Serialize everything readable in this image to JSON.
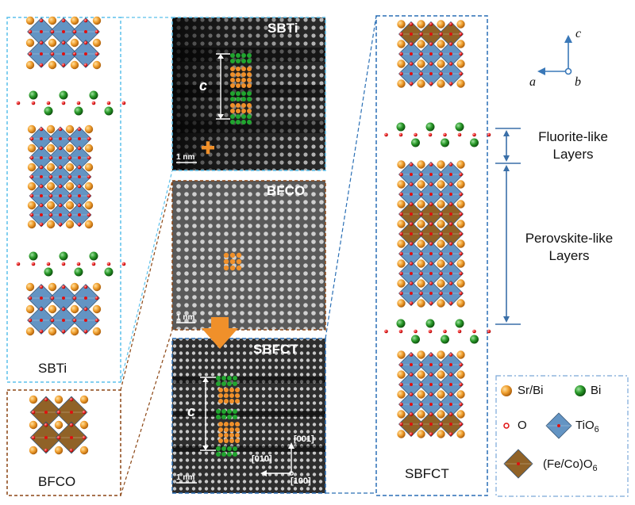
{
  "structures": {
    "sbti_label": "SBTi",
    "bfco_label": "BFCO",
    "sbfct_label": "SBFCT"
  },
  "images": {
    "top": {
      "title": "SBTi",
      "scale": "1 nm",
      "c_label": "c"
    },
    "middle": {
      "title": "BFCO",
      "scale": "1 nm"
    },
    "bottom": {
      "title": "SBFCT",
      "scale": "1 nm",
      "c_label": "c",
      "dir_001": "[001]",
      "dir_010": "[010]",
      "dir_100": "[100]"
    }
  },
  "axes": {
    "a": "a",
    "b": "b",
    "c": "c"
  },
  "layers": {
    "fluorite_line1": "Fluorite-like",
    "fluorite_line2": "Layers",
    "perovskite_line1": "Perovskite-like",
    "perovskite_line2": "Layers"
  },
  "legend": {
    "srbi": "Sr/Bi",
    "bi": "Bi",
    "o": "O",
    "tio6_base": "TiO",
    "tio6_sub": "6",
    "fecoo6_base": "(Fe/Co)O",
    "fecoo6_sub": "6"
  },
  "colors": {
    "srbi_atom": "#e8901c",
    "bi_atom": "#1a7a1a",
    "o_atom": "#e01010",
    "tio6_octahedron": "#5b8fc0",
    "fecoo6_octahedron": "#8b5a1c",
    "box_light_blue": "#5bc0eb",
    "box_dark_blue": "#2a6fb5",
    "box_brown": "#8b4513"
  }
}
